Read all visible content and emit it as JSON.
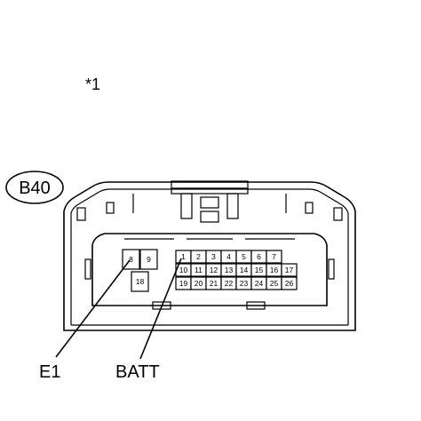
{
  "note_marker": "*1",
  "connector": {
    "code": "B40",
    "cavity_rows": [
      [
        "1",
        "2",
        "3",
        "4",
        "5",
        "6",
        "7"
      ],
      [
        "10",
        "11",
        "12",
        "13",
        "14",
        "15",
        "16",
        "17"
      ],
      [
        "19",
        "20",
        "21",
        "22",
        "23",
        "24",
        "25",
        "26"
      ]
    ],
    "left_block": {
      "top": [
        "8",
        "9"
      ],
      "bottom": [
        "18"
      ]
    }
  },
  "callouts": [
    {
      "label": "E1",
      "pin": "8"
    },
    {
      "label": "BATT",
      "pin": "1"
    }
  ]
}
